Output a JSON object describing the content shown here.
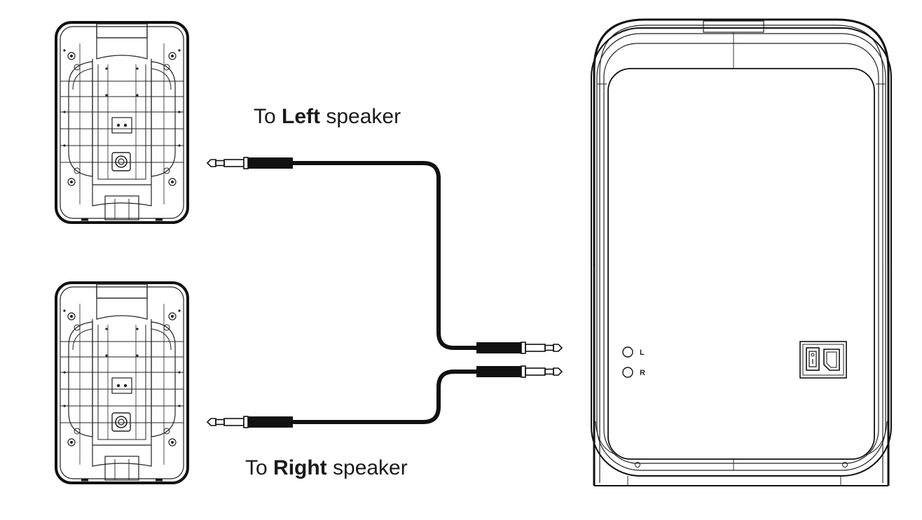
{
  "captions": {
    "left": {
      "prefix": "To ",
      "emphasis": "Left",
      "suffix": " speaker"
    },
    "right": {
      "prefix": "To ",
      "emphasis": "Right",
      "suffix": " speaker"
    }
  },
  "subwoofer": {
    "jack_left_label": "L",
    "jack_right_label": "R"
  },
  "colors": {
    "line": "#1a1a1a",
    "background": "#ffffff"
  }
}
